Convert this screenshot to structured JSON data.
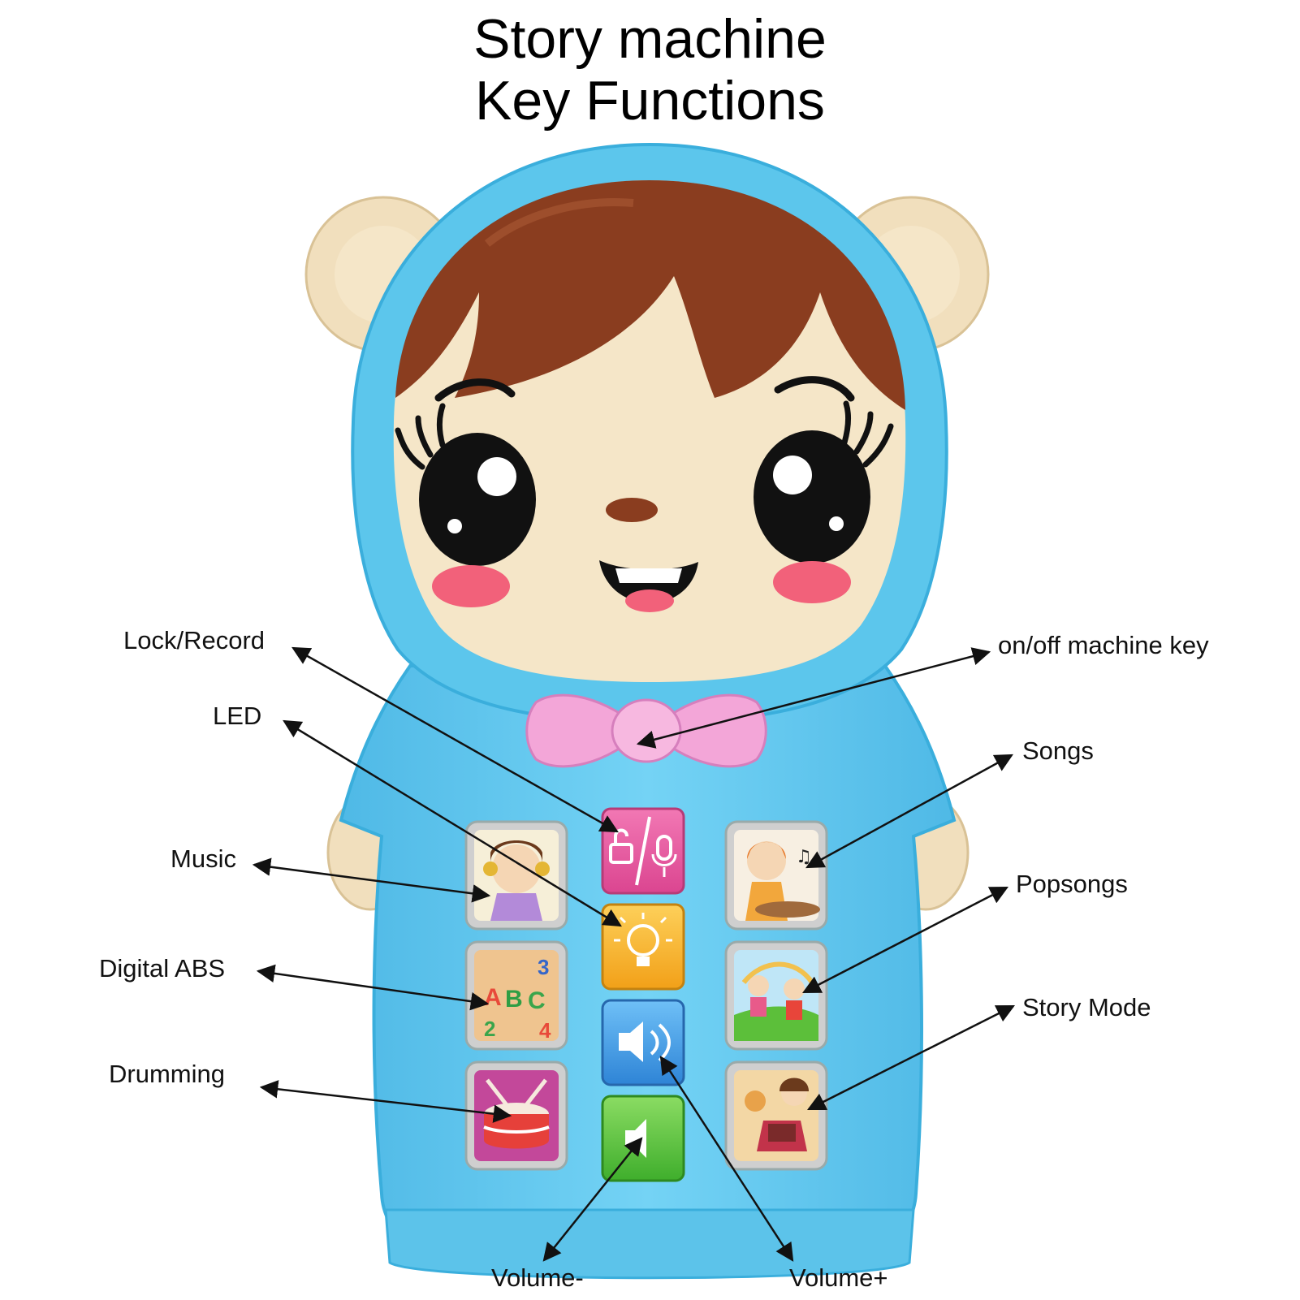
{
  "title": {
    "line1": "Story machine",
    "line2": "Key Functions"
  },
  "callouts": {
    "lock_record": "Lock/Record",
    "led": "LED",
    "music": "Music",
    "digital_abs": "Digital ABS",
    "drumming": "Drumming",
    "on_off": "on/off machine key",
    "songs": "Songs",
    "popsongs": "Popsongs",
    "story_mode": "Story Mode",
    "volume_minus": "Volume-",
    "volume_plus": "Volume+"
  },
  "tiles": {
    "digits": [
      "3",
      "2",
      "4"
    ],
    "letters": [
      "A",
      "B",
      "C"
    ]
  },
  "colors": {
    "hood_blue": "#5cc6ec",
    "hood_dark": "#3aaedc",
    "face_cream": "#f5e6c8",
    "hair_brown": "#8a3d1f",
    "bow_pink": "#f3a6d8",
    "cheek": "#f2617a",
    "lock_tile": "#e8589f",
    "led_tile": "#f6b51f",
    "vol_plus_tile": "#3d9be3",
    "vol_minus_tile": "#52be3a"
  },
  "icons": {
    "lock": "lock-icon",
    "mic": "microphone-icon",
    "bulb": "lightbulb-icon",
    "speaker_loud": "speaker-loud-icon",
    "speaker_quiet": "speaker-quiet-icon"
  }
}
